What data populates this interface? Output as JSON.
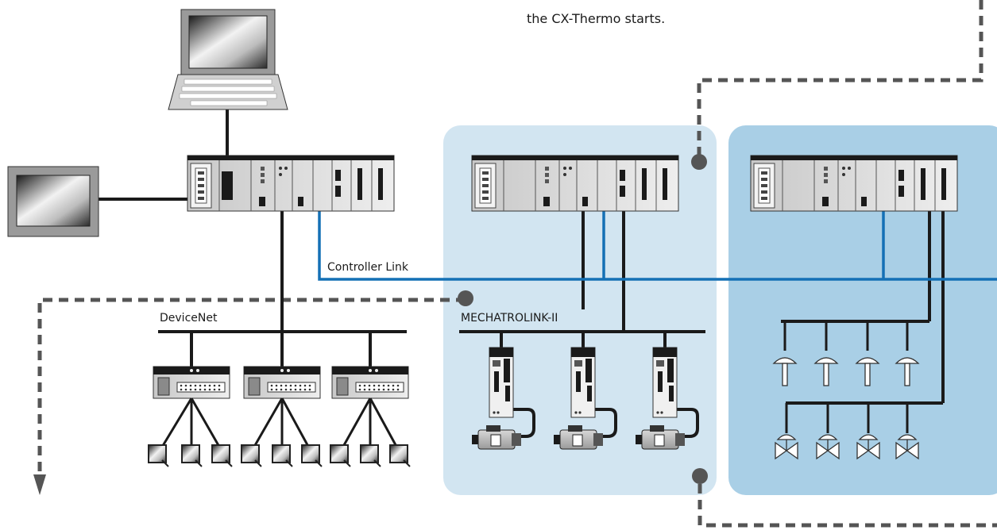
{
  "caption": "the CX-Thermo starts.",
  "networks": {
    "controller_link": "Controller Link",
    "devicenet": "DeviceNet",
    "mechatrolink": "MECHATROLINK-II"
  },
  "colors": {
    "panel_light": "#d2e5f1",
    "panel_dark": "#a9cfe6",
    "controller_link_cable": "#1470b5",
    "cable": "#1a1a1a",
    "dashed_path": "#555555"
  },
  "icons": [
    "laptop-icon",
    "touch-panel-icon",
    "plc-rack-icon",
    "io-terminal-icon",
    "sensor-icon",
    "servo-driver-icon",
    "servo-motor-icon",
    "temperature-sensor-icon",
    "valve-icon"
  ]
}
